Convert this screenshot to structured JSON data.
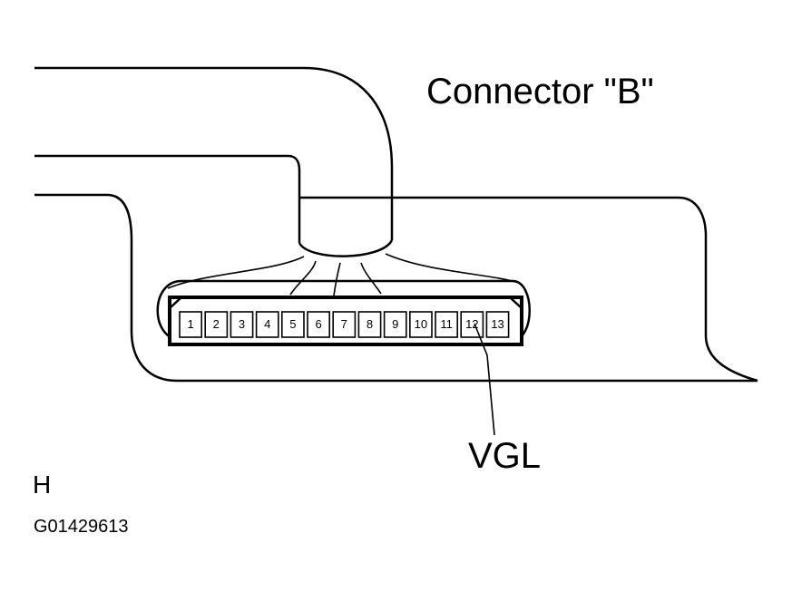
{
  "title": "Connector \"B\"",
  "pin_label": "VGL",
  "pin_label_target": "12",
  "view_letter": "H",
  "figure_code": "G01429613",
  "pins": [
    "1",
    "2",
    "3",
    "4",
    "5",
    "6",
    "7",
    "8",
    "9",
    "10",
    "11",
    "12",
    "13"
  ]
}
